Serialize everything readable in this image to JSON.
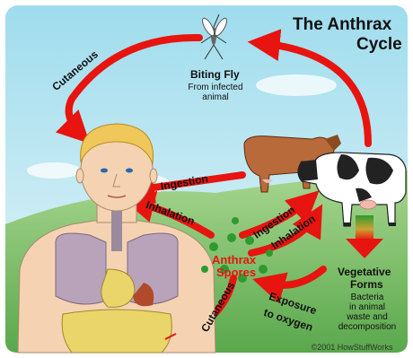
{
  "title": {
    "line1": "The Anthrax",
    "line2": "Cycle"
  },
  "fly": {
    "label": "Biting Fly",
    "sub1": "From infected",
    "sub2": "animal"
  },
  "spores": {
    "line1": "Anthrax",
    "line2": "Spores"
  },
  "arrows": {
    "cutaneous_top": "Cutaneous",
    "ingestion_left": "Ingestion",
    "inhalation_left": "Inhalation",
    "ingestion_right": "Ingestion",
    "inhalation_right": "Inhalation",
    "cutaneous_bottom": "Cutaneous",
    "exposure1": "Exposure",
    "exposure2": "to oxygen"
  },
  "vegetative": {
    "title1": "Vegetative",
    "title2": "Forms",
    "desc": [
      "Bacteria",
      "in animal",
      "waste and",
      "decomposition"
    ]
  },
  "copyright": "©2001 HowStuffWorks",
  "colors": {
    "arrow": "#e8140f",
    "spore": "#2f9a2f",
    "sky": "#bfe7f0",
    "grass": "#7cc06a"
  }
}
